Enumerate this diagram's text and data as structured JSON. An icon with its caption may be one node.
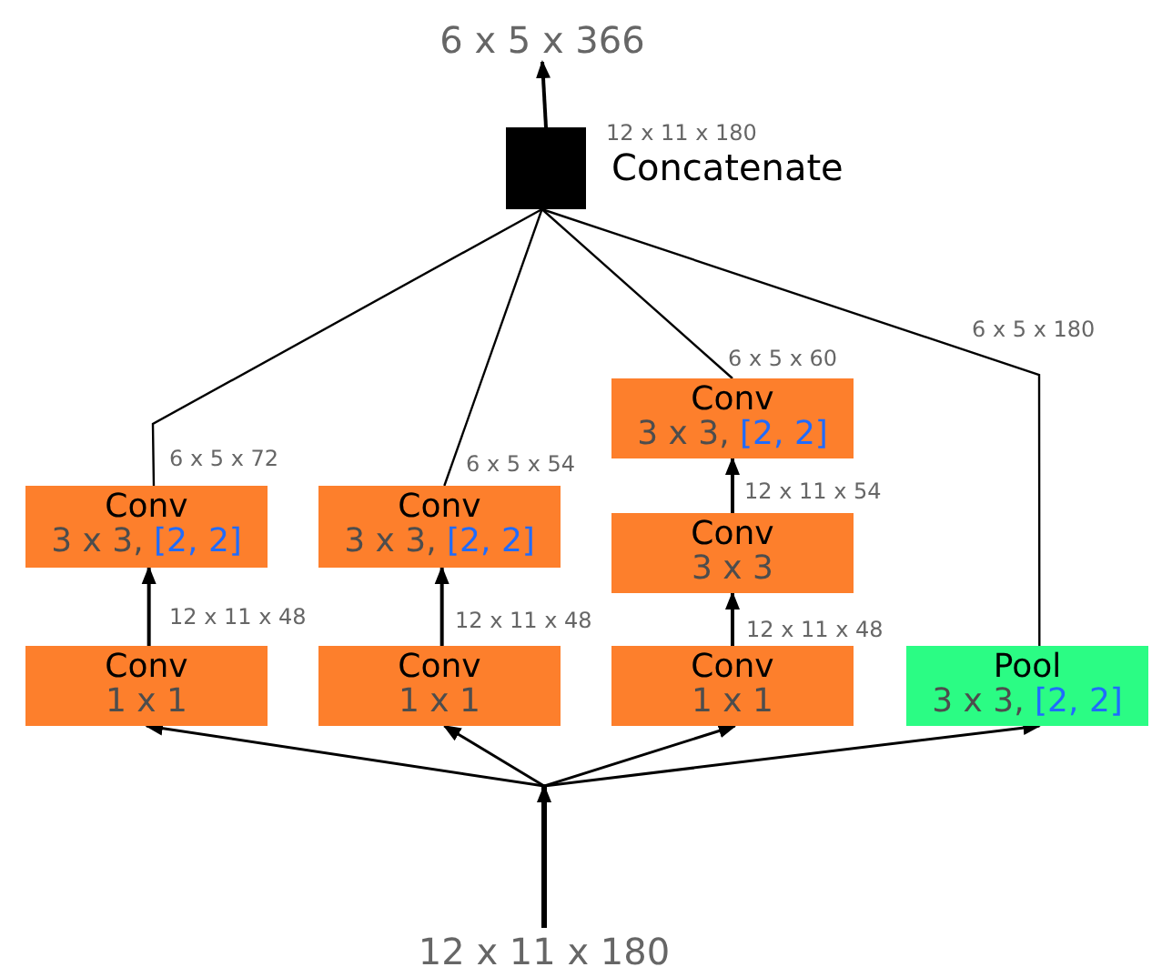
{
  "diagram": {
    "nodes": [
      {
        "text": [
          "6 x 5 x 366"
        ]
      },
      {
        "text": [],
        "shape": "box",
        "beside": [
          "12 x 11 x 180",
          "Concatenate"
        ]
      },
      {
        "text": [
          "Conv",
          "3 x 3,",
          "[2, 2]"
        ]
      },
      {
        "text": [
          "Conv",
          "3 x 3,",
          "[2, 2]"
        ]
      },
      {
        "text": [
          "Conv",
          "3 x 3,",
          "[2, 2]"
        ]
      },
      {
        "text": [
          "Conv",
          "3 x 3"
        ]
      },
      {
        "text": [
          "Conv",
          "1 x 1"
        ]
      },
      {
        "text": [
          "Conv",
          "1 x 1"
        ]
      },
      {
        "text": [
          "Conv",
          "1 x 1"
        ]
      },
      {
        "text": [
          "Pool",
          "3 x 3,",
          "[2, 2]"
        ]
      },
      {
        "text": [
          "12 x 11 x 180"
        ]
      }
    ],
    "edges": [
      {
        "from": 1,
        "to": 0,
        "arrow": "to"
      },
      {
        "from": 2,
        "to": 1,
        "arrow": "none",
        "label": "6 x 5 x 72"
      },
      {
        "from": 3,
        "to": 1,
        "arrow": "none",
        "label": "6 x 5 x 54"
      },
      {
        "from": 4,
        "to": 1,
        "arrow": "none",
        "label": "6 x 5 x 60"
      },
      {
        "from": 9,
        "to": 1,
        "arrow": "none",
        "label": "6 x 5 x 180"
      },
      {
        "from": 6,
        "to": 2,
        "arrow": "to",
        "label": "12 x 11 x 48"
      },
      {
        "from": 7,
        "to": 3,
        "arrow": "to",
        "label": "12 x 11 x 48"
      },
      {
        "from": 5,
        "to": 4,
        "arrow": "to",
        "label": "12 x 11 x 54"
      },
      {
        "from": 8,
        "to": 5,
        "arrow": "to",
        "label": "12 x 11 x 48"
      },
      {
        "from": 10,
        "to": 6,
        "arrow": "to"
      },
      {
        "from": 10,
        "to": 7,
        "arrow": "to"
      },
      {
        "from": 10,
        "to": 8,
        "arrow": "to"
      },
      {
        "from": 10,
        "to": 9,
        "arrow": "to"
      }
    ]
  }
}
